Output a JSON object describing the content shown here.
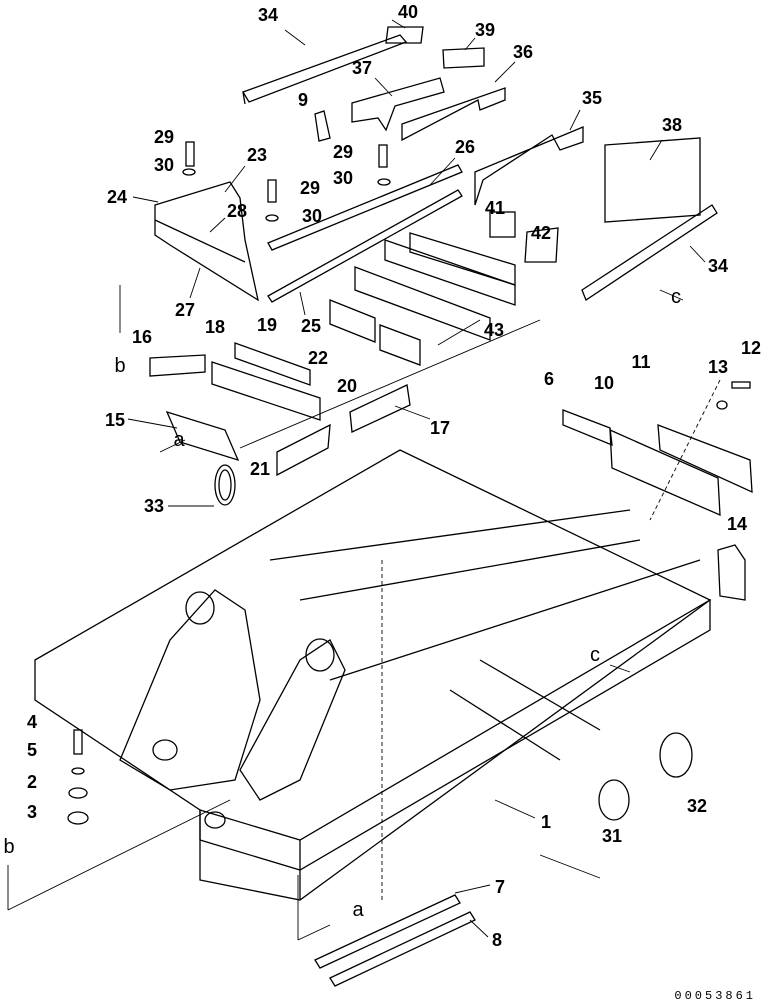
{
  "diagram": {
    "labels": [
      "34",
      "40",
      "39",
      "36",
      "37",
      "9",
      "35",
      "38",
      "29",
      "23",
      "29",
      "26",
      "30",
      "29",
      "30",
      "24",
      "30",
      "28",
      "41",
      "42",
      "34",
      "c",
      "27",
      "25",
      "43",
      "16",
      "18",
      "19",
      "22",
      "b",
      "12",
      "13",
      "11",
      "6",
      "10",
      "20",
      "15",
      "17",
      "a",
      "21",
      "33",
      "14",
      "c",
      "4",
      "5",
      "2",
      "3",
      "1",
      "31",
      "32",
      "b",
      "7",
      "a",
      "8"
    ],
    "drawing_code": "00053861",
    "line_color": "#000000",
    "background": "#ffffff"
  }
}
